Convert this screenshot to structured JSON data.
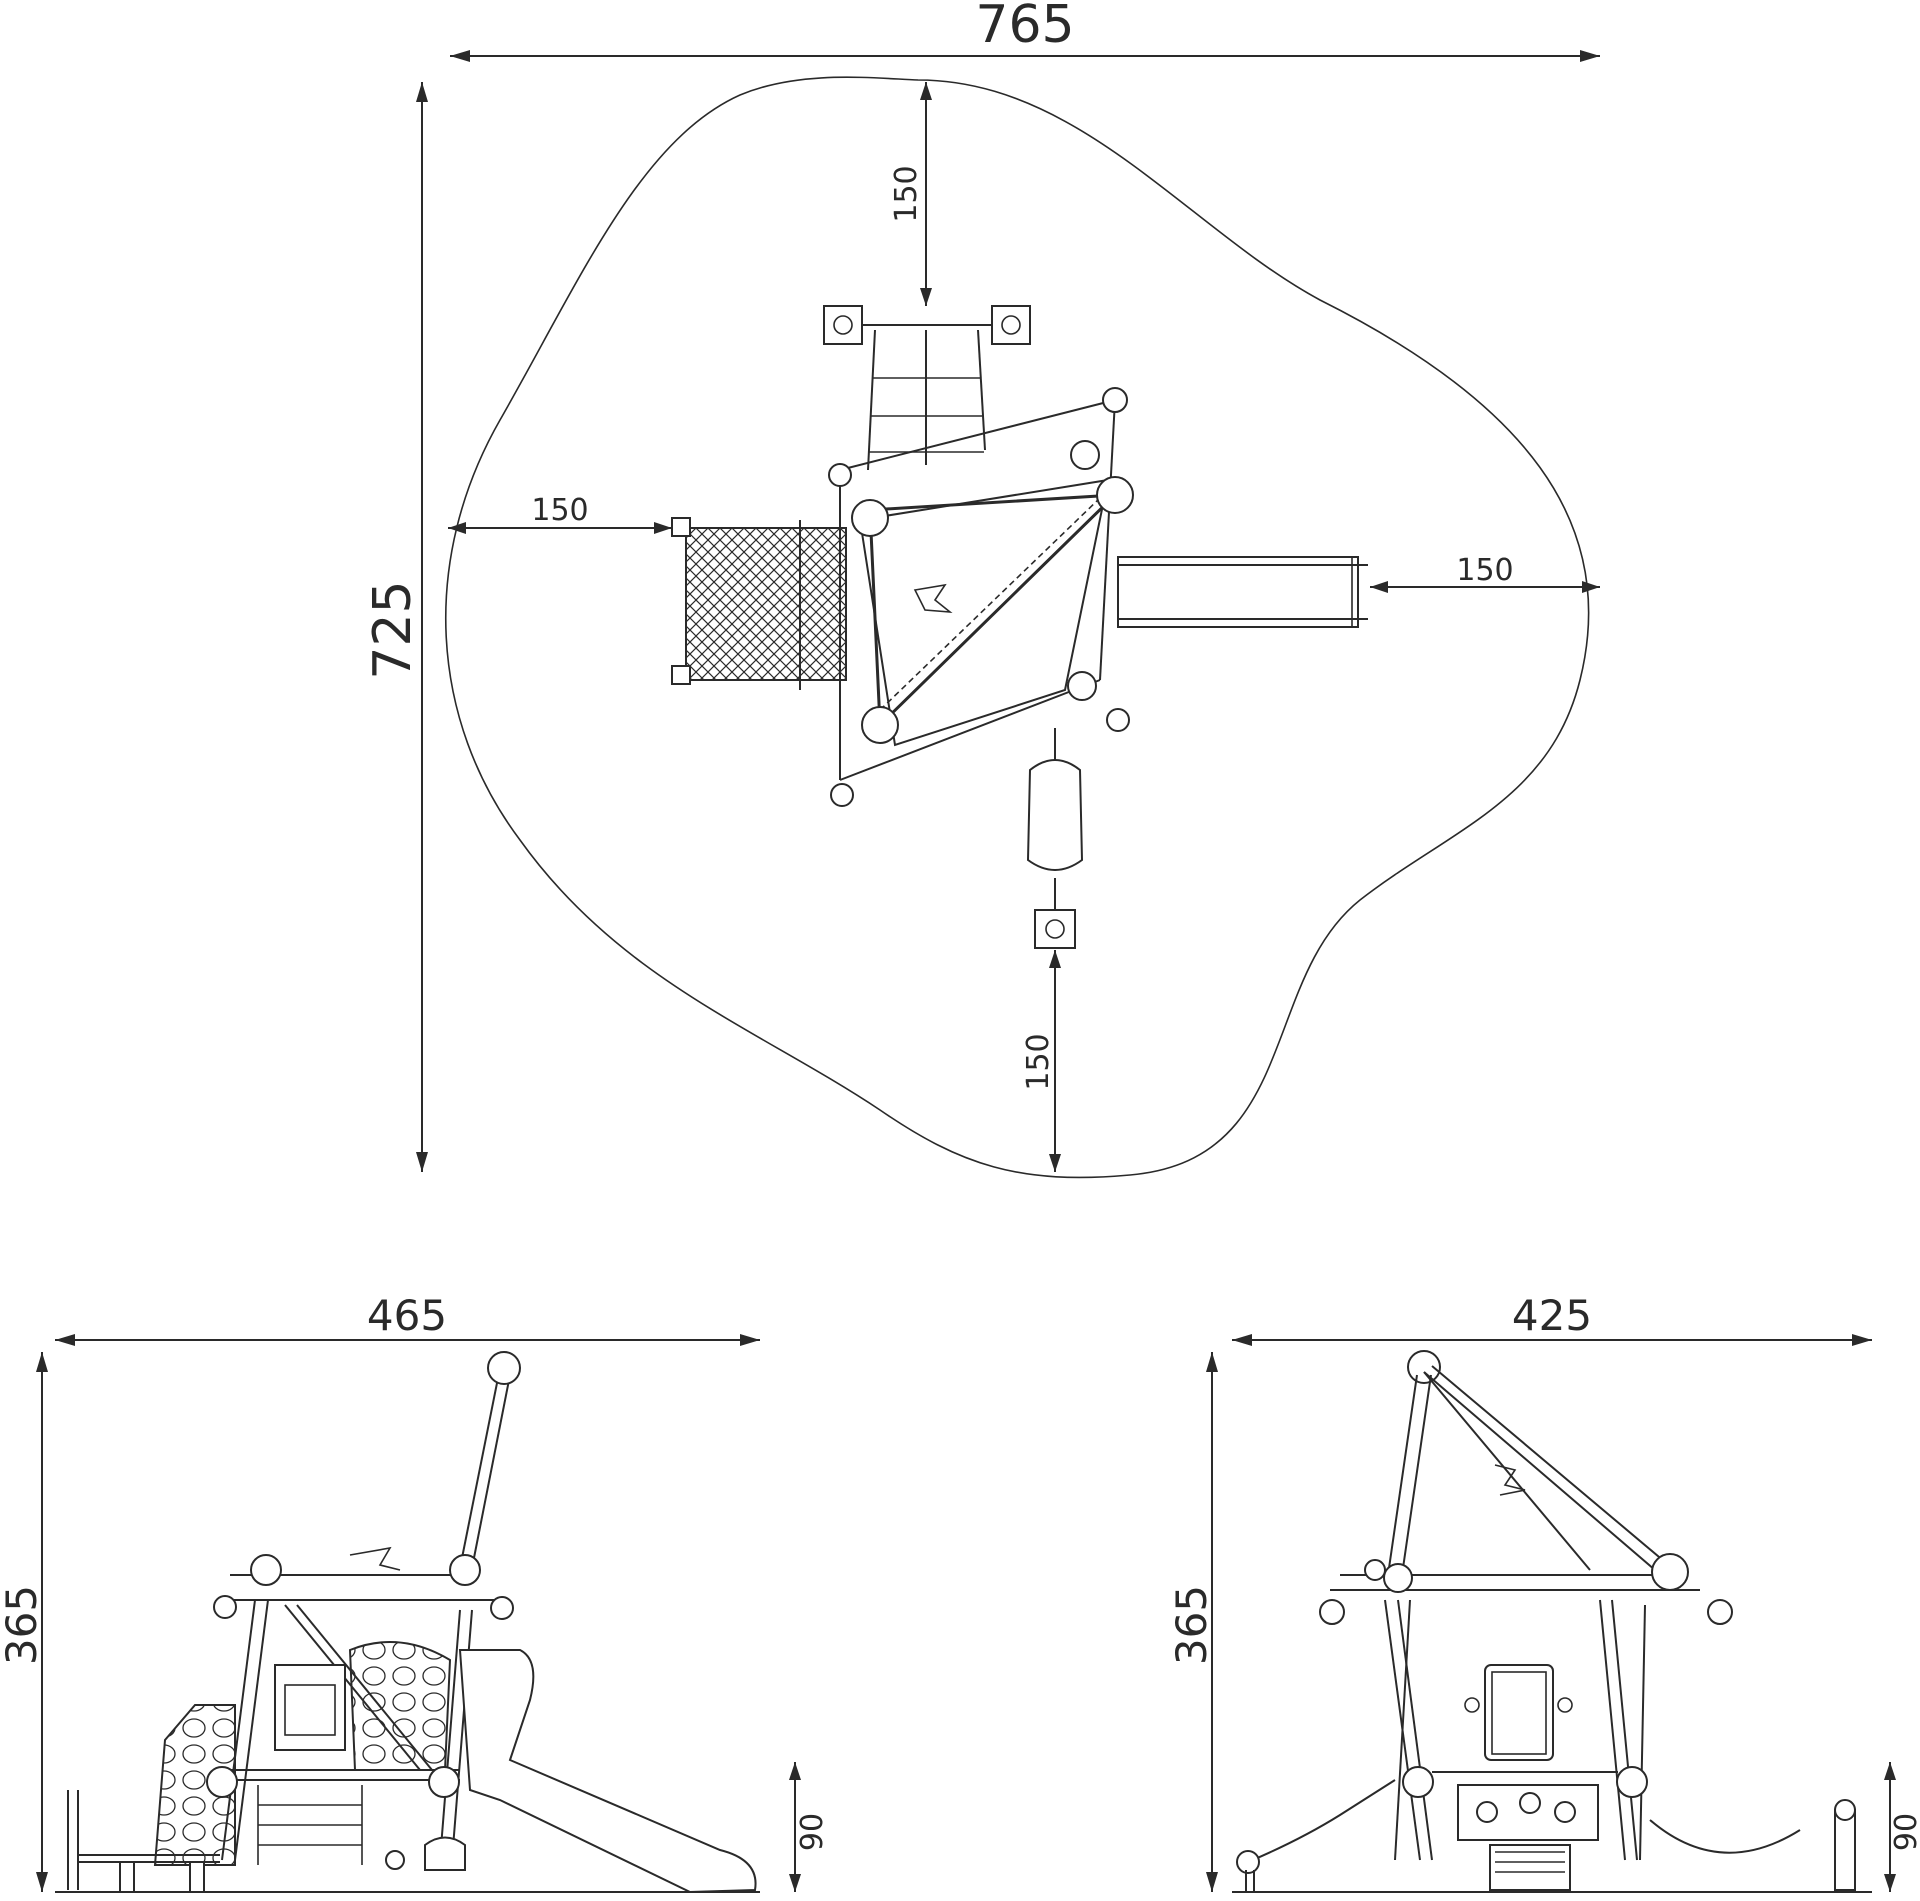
{
  "plan_view": {
    "width_label": "765",
    "height_label": "725",
    "top_clearance_label": "150",
    "left_clearance_label": "150",
    "right_clearance_label": "150",
    "bottom_clearance_label": "150"
  },
  "side_view": {
    "width_label": "465",
    "height_label": "365",
    "platform_height_label": "90"
  },
  "front_view": {
    "width_label": "425",
    "height_label": "365",
    "platform_height_label": "90"
  }
}
